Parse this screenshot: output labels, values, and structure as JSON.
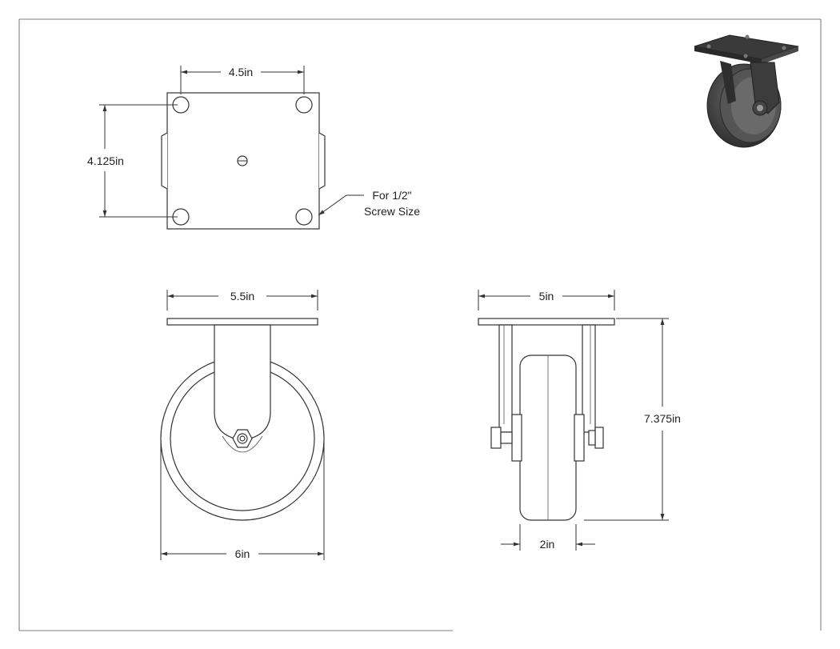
{
  "dimensions": {
    "mount_hole_spacing_x": "4.5in",
    "mount_hole_spacing_y": "4.125in",
    "plate_width": "5.5in",
    "wheel_diameter": "6in",
    "plate_length": "5in",
    "overall_height": "7.375in",
    "wheel_width": "2in"
  },
  "notes": {
    "screw_line1": "For 1/2\"",
    "screw_line2": "Screw Size"
  },
  "colors": {
    "line": "#333333",
    "render_dark": "#3a3a3a",
    "render_mid": "#5a5a5a",
    "render_light": "#8a8a8a"
  }
}
